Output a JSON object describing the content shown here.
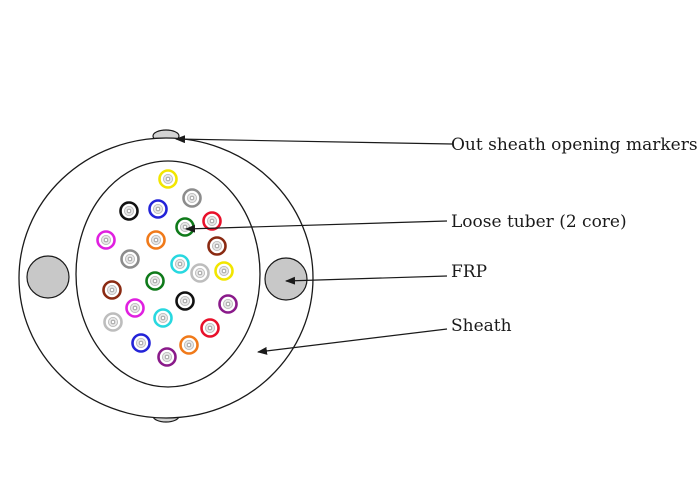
{
  "labels": {
    "markers": "Out sheath opening markers",
    "tuber": "Loose tuber (2 core)",
    "frp": "FRP",
    "sheath": "Sheath"
  },
  "colors": {
    "outline": "#1a1a1a",
    "frp_fill": "#c8c8c8",
    "marker_fill": "#d4d4d4",
    "fiber_core": "#e6e6e6",
    "fiber_dot": "#9a9a9a"
  },
  "tubes": [
    {
      "id": "yellow-top",
      "color": "#f2e600"
    },
    {
      "id": "gray-1",
      "color": "#8c8c8c"
    },
    {
      "id": "black-1",
      "color": "#111111"
    },
    {
      "id": "blue-1",
      "color": "#2323d8"
    },
    {
      "id": "green-1",
      "color": "#0f7a1a"
    },
    {
      "id": "red-1",
      "color": "#e8102a"
    },
    {
      "id": "magenta-1",
      "color": "#e020e0"
    },
    {
      "id": "orange-1",
      "color": "#f07a1a"
    },
    {
      "id": "brown-1",
      "color": "#8a2a12"
    },
    {
      "id": "gray-2",
      "color": "#8c8c8c"
    },
    {
      "id": "cyan-1",
      "color": "#28d8e0"
    },
    {
      "id": "lightgray-1",
      "color": "#bdbdbd"
    },
    {
      "id": "yellow-2",
      "color": "#f2e600"
    },
    {
      "id": "green-2",
      "color": "#0f7a1a"
    },
    {
      "id": "brown-2",
      "color": "#8a2a12"
    },
    {
      "id": "black-2",
      "color": "#111111"
    },
    {
      "id": "purple-1",
      "color": "#8a1a8a"
    },
    {
      "id": "magenta-2",
      "color": "#e020e0"
    },
    {
      "id": "lightgray-2",
      "color": "#bdbdbd"
    },
    {
      "id": "cyan-2",
      "color": "#28d8e0"
    },
    {
      "id": "red-2",
      "color": "#e8102a"
    },
    {
      "id": "blue-2",
      "color": "#2323d8"
    },
    {
      "id": "orange-2",
      "color": "#f07a1a"
    },
    {
      "id": "purple-2",
      "color": "#8a1a8a"
    }
  ]
}
